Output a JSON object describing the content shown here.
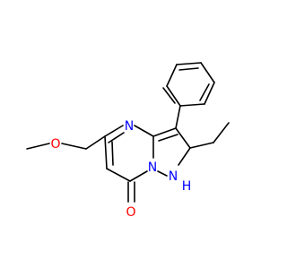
{
  "molecule": {
    "atoms": {
      "methoxy_oxygen": "O",
      "ring_nitrogen": "N",
      "bridge_nitrogen": "N",
      "nh_nitrogen": "N",
      "nh_hydrogen": "H",
      "carbonyl_oxygen": "O"
    },
    "colors": {
      "bond": "#000000",
      "oxygen": "#FF0000",
      "nitrogen": "#0000FF"
    }
  }
}
